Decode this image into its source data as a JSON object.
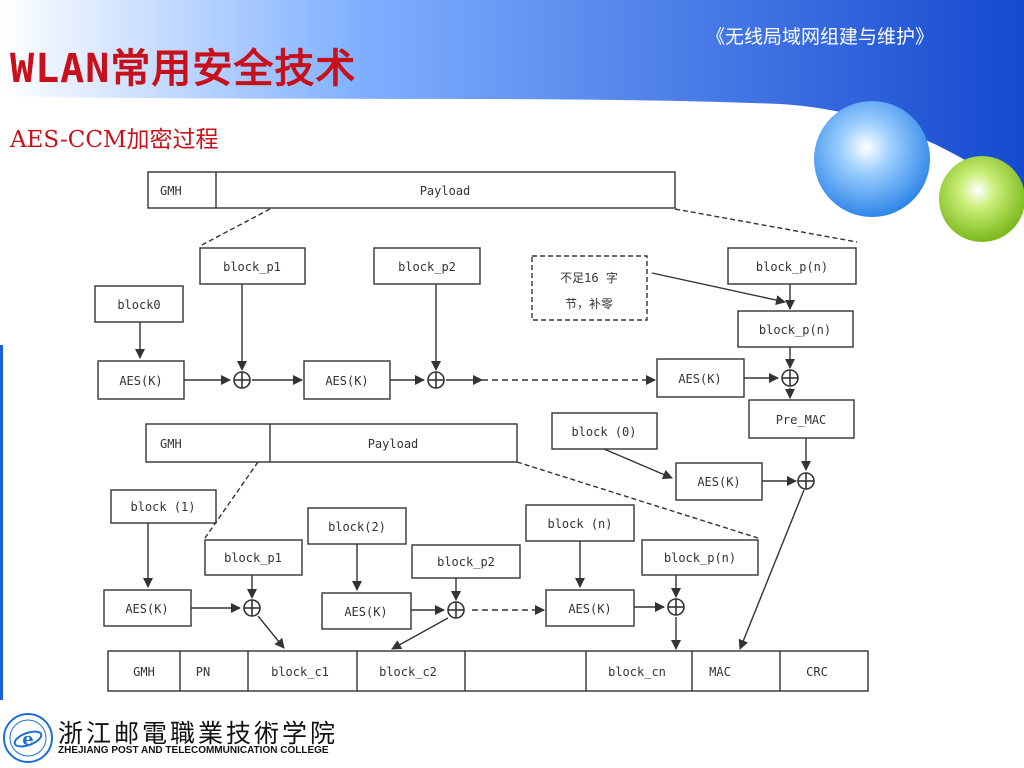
{
  "header": {
    "series_title": "《无线局域网组建与维护》",
    "title": "WLAN常用安全技术",
    "subtitle": "AES-CCM加密过程"
  },
  "diagram": {
    "part1": {
      "frame": {
        "gmh": "GMH",
        "payload": "Payload"
      },
      "block_p1": "block_p1",
      "block_p2": "block_p2",
      "block_pn": "block_p(n)",
      "block_pn2": "block_p(n)",
      "block0": "block0",
      "aes1": "AES(K)",
      "aes2": "AES(K)",
      "aes3": "AES(K)",
      "pad_note_line1": "不足16 字",
      "pad_note_line2": "节，补零",
      "pre_mac": "Pre_MAC"
    },
    "part2": {
      "frame": {
        "gmh": "GMH",
        "payload": "Payload"
      },
      "block_0": "block (0)",
      "aes_mac": "AES(K)",
      "block_1": "block (1)",
      "block_2": "block(2)",
      "block_n": "block (n)",
      "block_p1": "block_p1",
      "block_p2": "block_p2",
      "block_pn": "block_p(n)",
      "aes1": "AES(K)",
      "aes2": "AES(K)",
      "aes3": "AES(K)"
    },
    "output_frame": {
      "gmh": "GMH",
      "pn": "PN",
      "c1": "block_c1",
      "c2": "block_c2",
      "blank": "",
      "cn": "block_cn",
      "mac": "MAC",
      "crc": "CRC"
    }
  },
  "footer": {
    "college_cn": "浙江邮電職業技術学院",
    "college_en": "ZHEJIANG POST AND TELECOMMUNICATION COLLEGE"
  },
  "colors": {
    "title": "#c8101a",
    "header_blue": "#1d5fd8",
    "stroke": "#333333"
  }
}
